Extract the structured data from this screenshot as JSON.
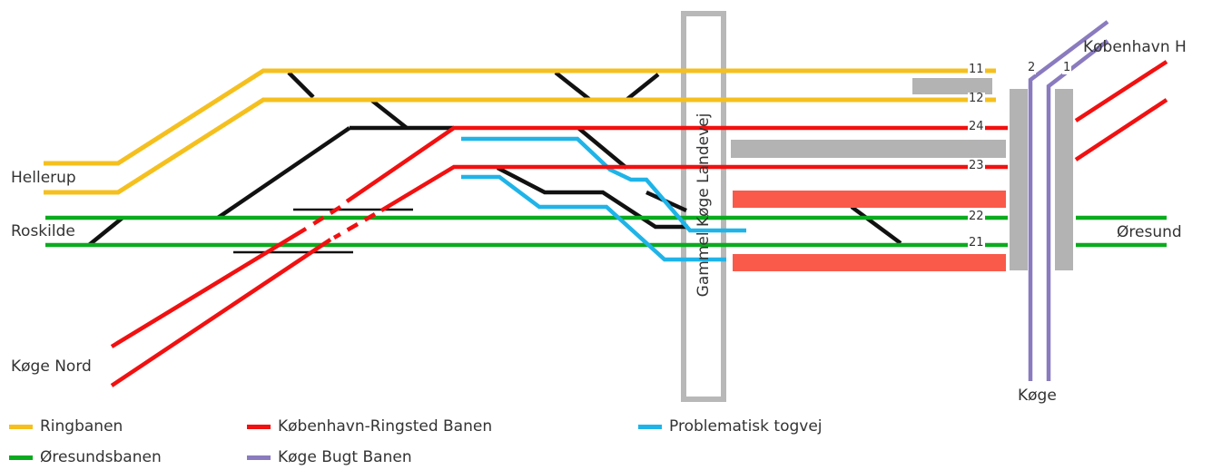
{
  "colors": {
    "ringbanen": "#f5c01e",
    "oresundsbanen": "#0aab1e",
    "kbh_ringsted": "#f21010",
    "koge_bugt": "#8a7bbf",
    "problematisk": "#1fb4e8",
    "other_track": "#111111",
    "platform": "#b3b3b3",
    "platform_new": "#fa5a4a",
    "road": "#b8b8b8"
  },
  "places": {
    "hellerup": "Hellerup",
    "roskilde": "Roskilde",
    "koge_nord": "Køge Nord",
    "kobenhavn_h": "København H",
    "oresund": "Øresund",
    "koge": "Køge"
  },
  "road": "Gammel Køge Landevej",
  "tracks": {
    "t11": "11",
    "t12": "12",
    "t24": "24",
    "t23": "23",
    "t22": "22",
    "t21": "21",
    "t2": "2",
    "t1": "1"
  },
  "legend": [
    {
      "label": "Ringbanen",
      "color_key": "ringbanen"
    },
    {
      "label": "København-Ringsted Banen",
      "color_key": "kbh_ringsted"
    },
    {
      "label": "Problematisk togvej",
      "color_key": "problematisk"
    },
    {
      "label": "Øresundsbanen",
      "color_key": "oresundsbanen"
    },
    {
      "label": "Køge Bugt Banen",
      "color_key": "koge_bugt"
    }
  ]
}
